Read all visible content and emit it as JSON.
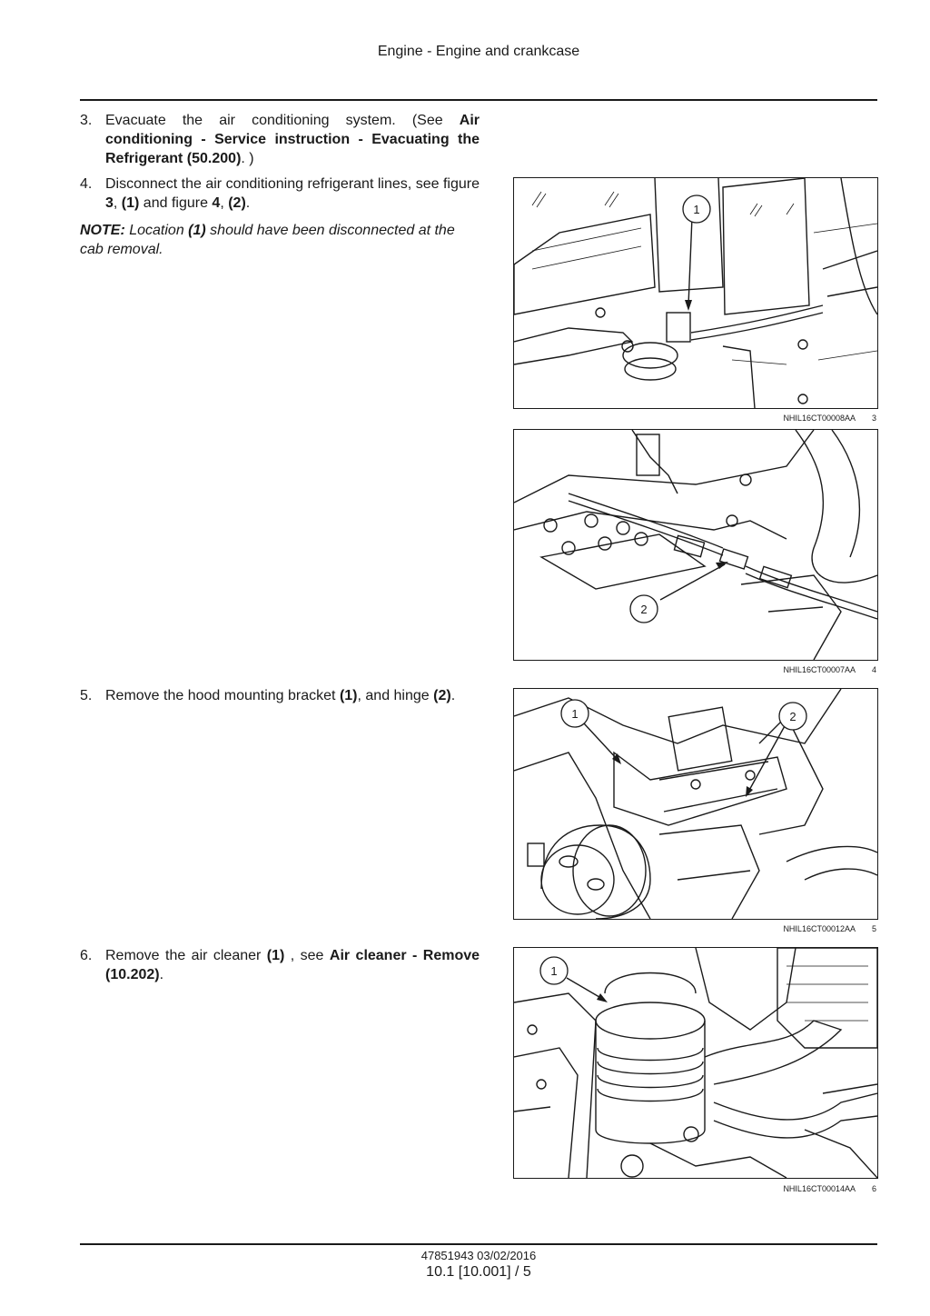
{
  "header": {
    "title": "Engine - Engine and crankcase"
  },
  "steps": [
    {
      "number": "3.",
      "parts": [
        "Evacuate the air conditioning system. (See ",
        "Air conditioning - Service instruction - Evacuating the Refrigerant (50.200)",
        ". )"
      ]
    },
    {
      "number": "4.",
      "parts": [
        "Disconnect the air conditioning refrigerant lines, see figure ",
        "3",
        ", ",
        "(1)",
        " and figure ",
        "4",
        ", ",
        "(2)",
        "."
      ]
    },
    {
      "number": "5.",
      "parts": [
        "Remove the hood mounting bracket ",
        "(1)",
        ", and hinge ",
        "(2)",
        "."
      ]
    },
    {
      "number": "6.",
      "parts": [
        "Remove the air cleaner ",
        "(1)",
        " , see ",
        "Air cleaner - Remove (10.202)",
        "."
      ]
    }
  ],
  "note": {
    "label": "NOTE:",
    "text1": " Location ",
    "ref": "(1)",
    "text2": " should have been disconnected at the cab removal."
  },
  "figures": [
    {
      "code": "NHIL16CT00008AA",
      "number": "3",
      "callouts": [
        "1"
      ]
    },
    {
      "code": "NHIL16CT00007AA",
      "number": "4",
      "callouts": [
        "2"
      ]
    },
    {
      "code": "NHIL16CT00012AA",
      "number": "5",
      "callouts": [
        "1",
        "2"
      ]
    },
    {
      "code": "NHIL16CT00014AA",
      "number": "6",
      "callouts": [
        "1"
      ]
    }
  ],
  "footer": {
    "doc": "47851943 03/02/2016",
    "page": "10.1 [10.001] / 5"
  }
}
